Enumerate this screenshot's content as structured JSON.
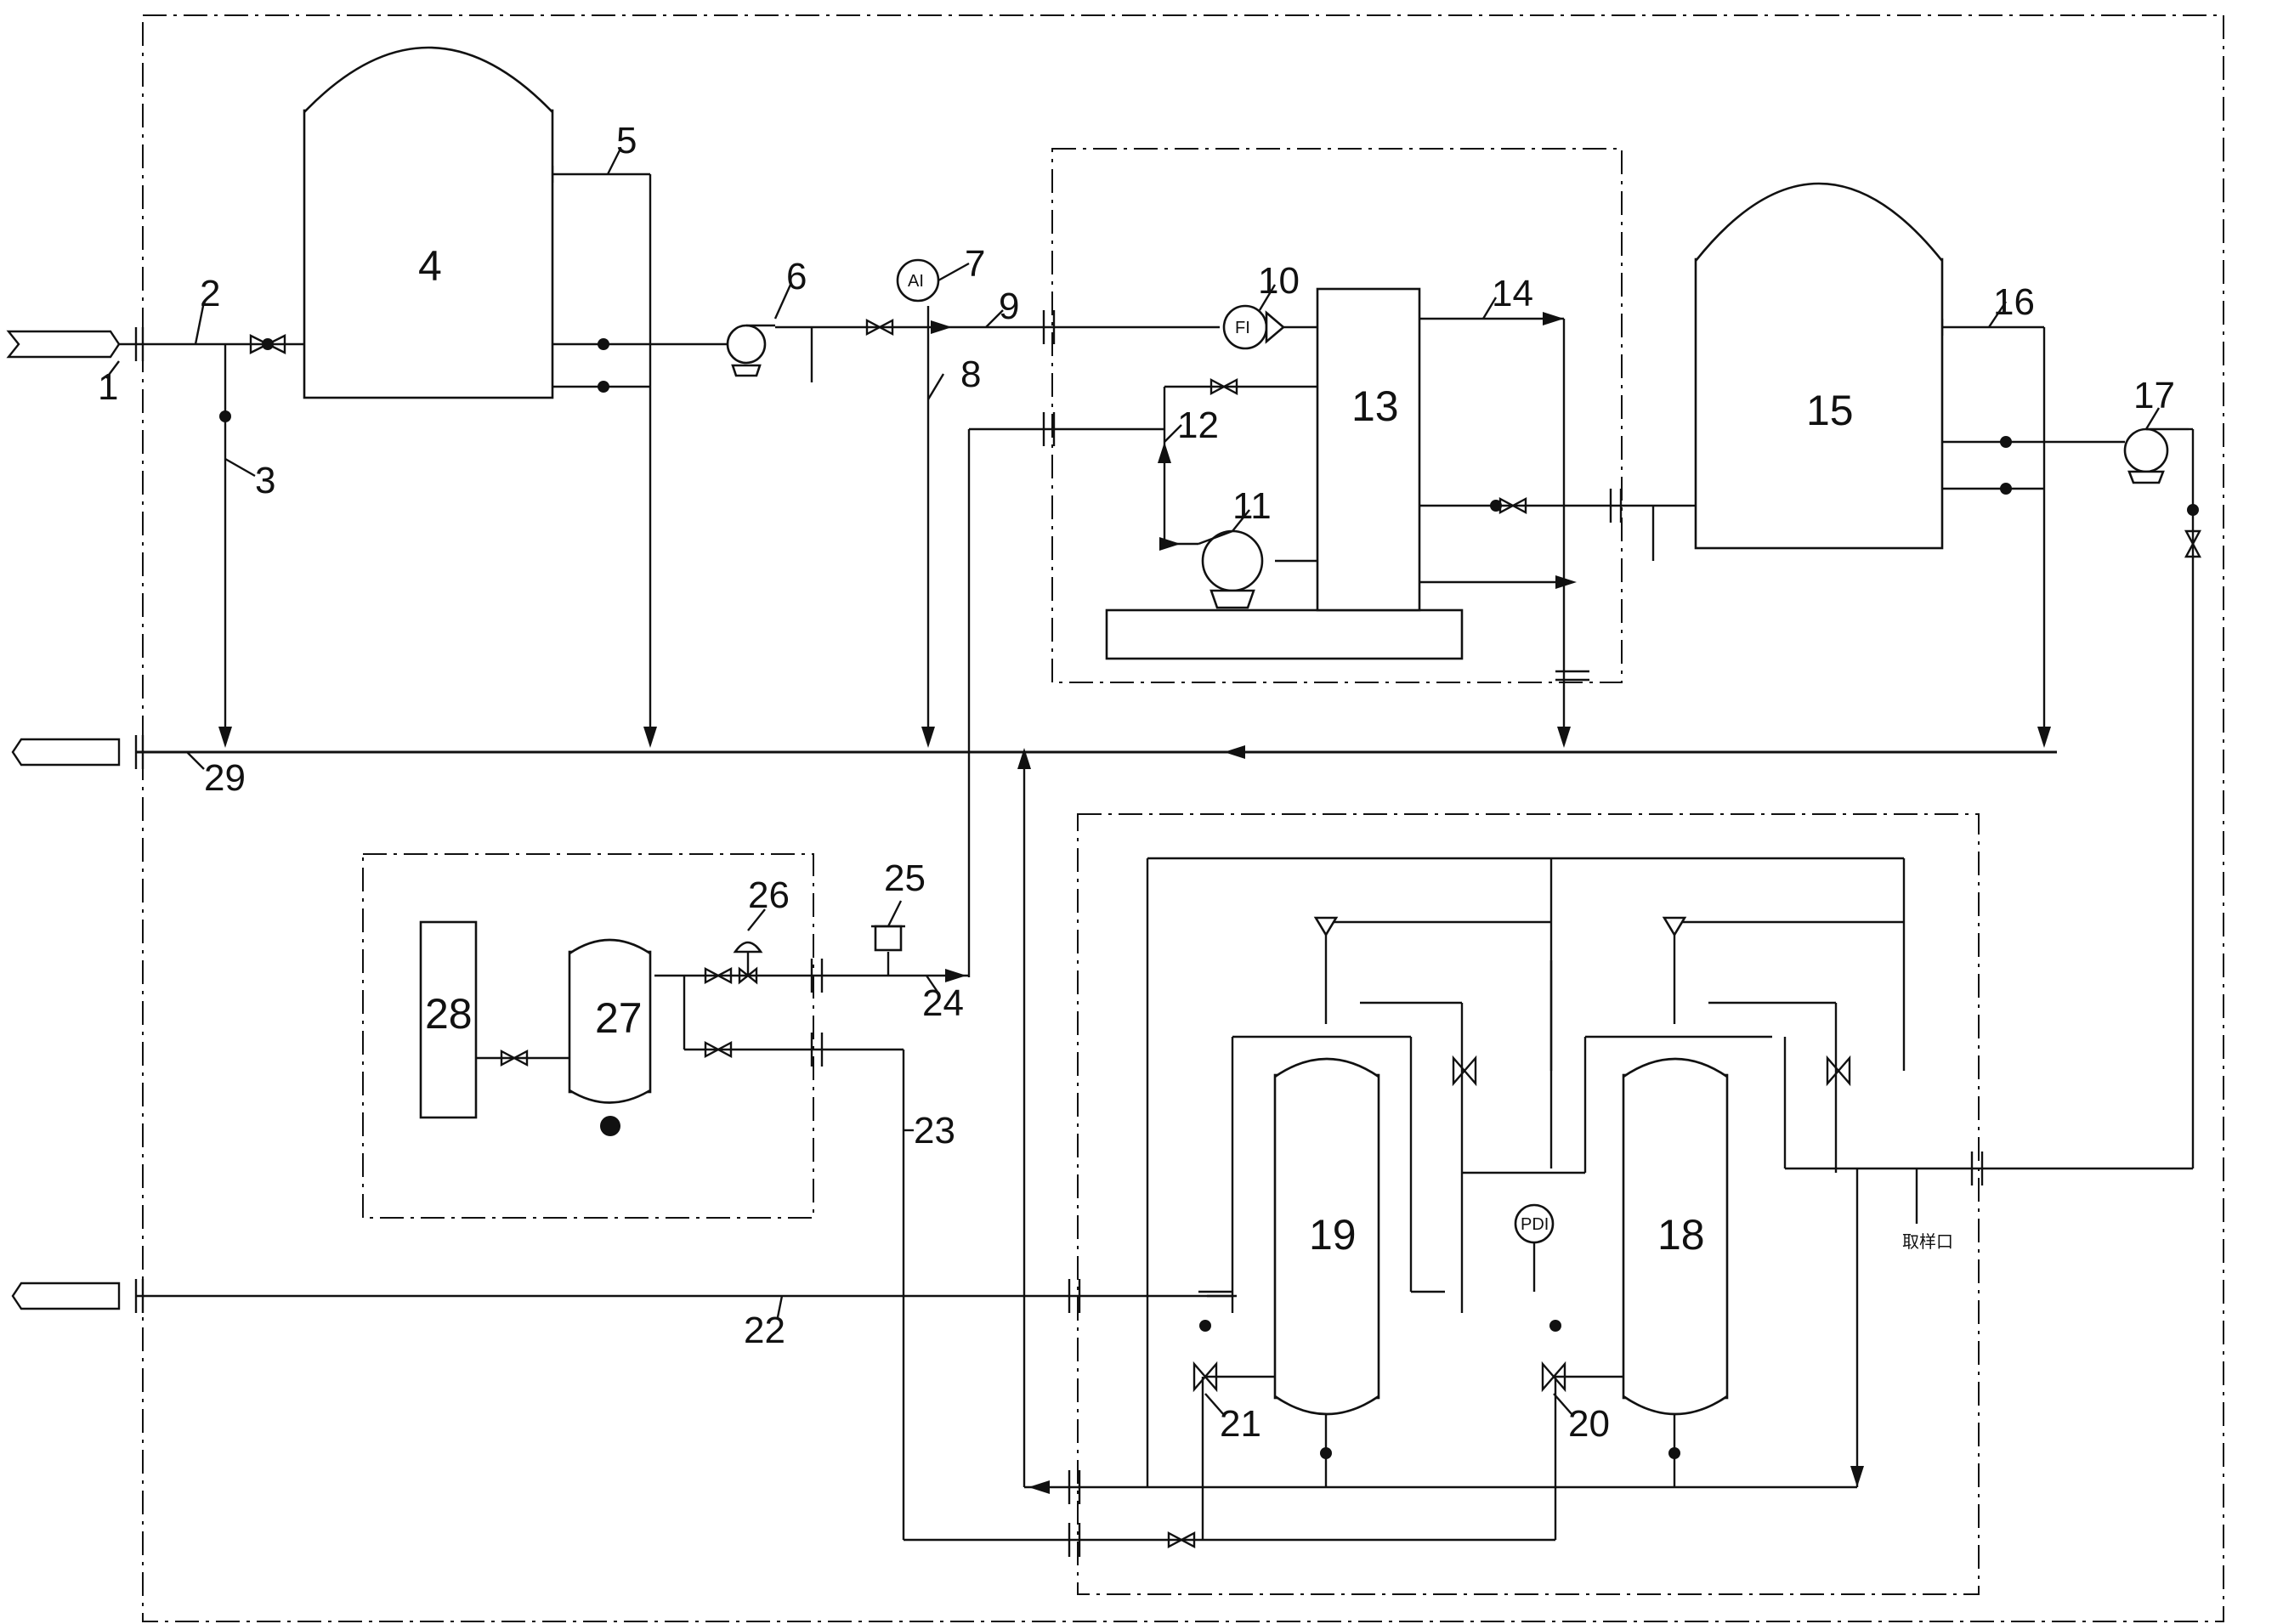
{
  "diagram": {
    "callouts": [
      "1",
      "2",
      "3",
      "5",
      "6",
      "7",
      "8",
      "9",
      "10",
      "11",
      "12",
      "14",
      "16",
      "17",
      "20",
      "21",
      "22",
      "23",
      "24",
      "25",
      "26",
      "29"
    ],
    "equipment": {
      "tank4": "4",
      "tank15": "15",
      "unit13": "13",
      "vessel19": "19",
      "vessel18": "18",
      "vessel27": "27",
      "box28": "28"
    },
    "instruments": {
      "analyzer": "AI",
      "flow": "FI",
      "pdi": "PDI",
      "sample": "取样口"
    }
  }
}
